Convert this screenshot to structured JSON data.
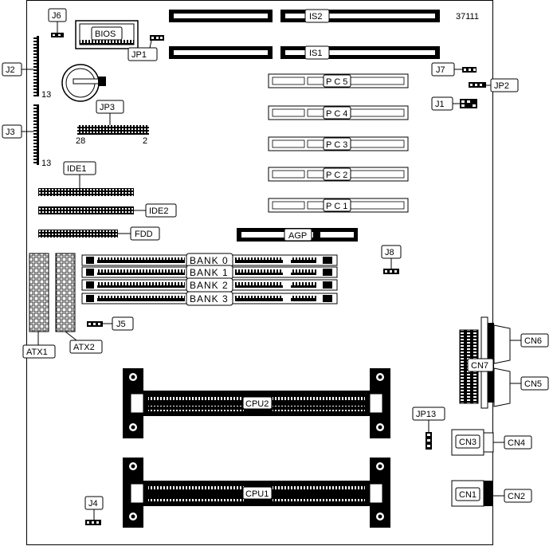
{
  "figure_id": "37111",
  "labels": {
    "j6": "J6",
    "bios": "BIOS",
    "jp1": "JP1",
    "j2": "J2",
    "j3": "J3",
    "jp3": "JP3",
    "pin28": "28",
    "pin2": "2",
    "pin13a": "13",
    "pin13b": "13",
    "is2": "IS2",
    "is1": "IS1",
    "pc5": "PC5",
    "pc4": "PC4",
    "pc3": "PC3",
    "pc2": "PC2",
    "pc1": "PC1",
    "agp": "AGP",
    "j7": "J7",
    "jp2": "JP2",
    "j1": "J1",
    "j8": "J8",
    "ide1": "IDE1",
    "ide2": "IDE2",
    "fdd": "FDD",
    "bank0": "BANK 0",
    "bank1": "BANK 1",
    "bank2": "BANK 2",
    "bank3": "BANK 3",
    "j5": "J5",
    "atx1": "ATX1",
    "atx2": "ATX2",
    "cn6": "CN6",
    "cn7": "CN7",
    "cn5": "CN5",
    "cn3": "CN3",
    "cn4": "CN4",
    "cn1": "CN1",
    "cn2": "CN2",
    "cpu2": "CPU2",
    "cpu1": "CPU1",
    "jp13": "JP13",
    "j4": "J4"
  }
}
